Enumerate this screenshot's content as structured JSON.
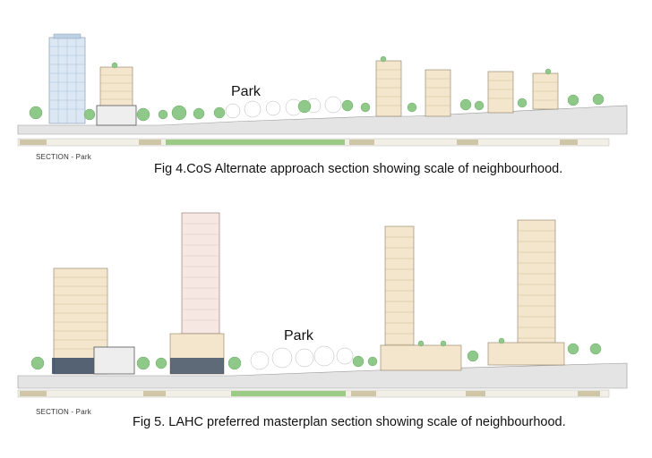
{
  "fig4": {
    "park_label": "Park",
    "section_tag": "SECTION - Park",
    "caption": "Fig 4.CoS Alternate approach section showing scale of neighbourhood."
  },
  "fig5": {
    "park_label": "Park",
    "section_tag": "SECTION - Park",
    "caption": "Fig 5. LAHC preferred masterplan section showing scale of neighbourhood."
  },
  "colors": {
    "tower_glass": "#dbe8f4",
    "building_cream": "#f3e6cc",
    "building_pink": "#f6e7e3",
    "tree_green": "#8fc98a",
    "ground_grey": "#d9d9d9",
    "park_band": "#9ccb88",
    "strip_tan": "#cfc6a8"
  }
}
